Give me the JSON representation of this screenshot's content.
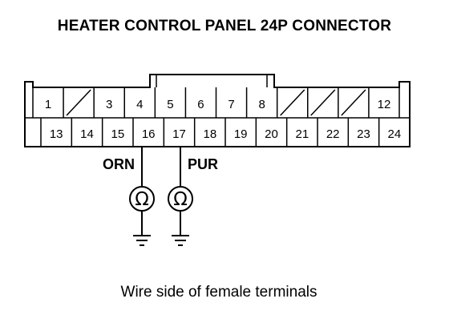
{
  "title": "HEATER CONTROL PANEL 24P CONNECTOR",
  "caption": "Wire side of female terminals",
  "connector": {
    "top_row": [
      "1",
      "",
      "3",
      "4",
      "5",
      "6",
      "7",
      "8",
      "",
      "",
      "",
      "12"
    ],
    "bottom_row": [
      "13",
      "14",
      "15",
      "16",
      "17",
      "18",
      "19",
      "20",
      "21",
      "22",
      "23",
      "24"
    ]
  },
  "wires": [
    {
      "label": "ORN",
      "pin": "16"
    },
    {
      "label": "PUR",
      "pin": "17"
    }
  ],
  "meter_symbol": "Ω"
}
